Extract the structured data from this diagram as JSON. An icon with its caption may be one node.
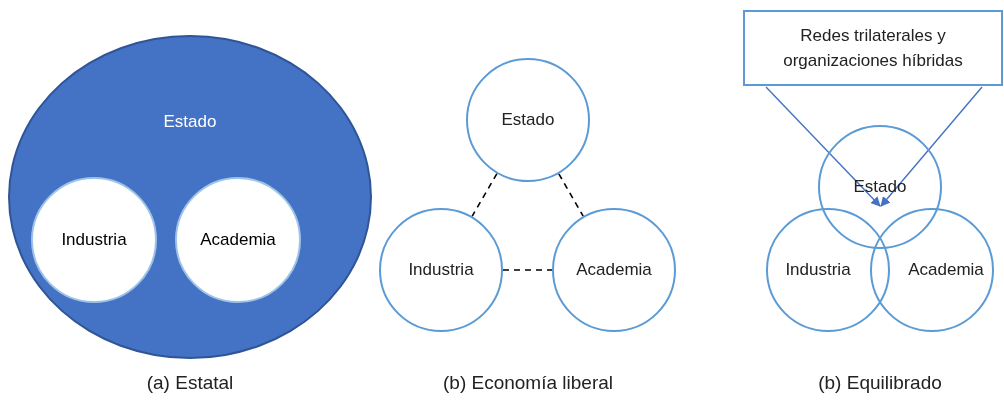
{
  "diagram": {
    "nodes": [
      {
        "text": [
          "Estado"
        ]
      },
      {
        "text": [
          "Industria"
        ],
        "in": 0
      },
      {
        "text": [
          "Academia"
        ],
        "in": 0
      },
      {
        "text": [
          "Estado"
        ]
      },
      {
        "text": [
          "Industria"
        ]
      },
      {
        "text": [
          "Academia"
        ]
      },
      {
        "text": [
          "Redes trilaterales y organizaciones híbridas"
        ]
      },
      {
        "text": [
          "Estado"
        ]
      },
      {
        "text": [
          "Industria"
        ]
      },
      {
        "text": [
          "Academia"
        ]
      }
    ],
    "edges": [
      {
        "from": 3,
        "to": 4,
        "arrow": "none",
        "style": "dashed"
      },
      {
        "from": 3,
        "to": 5,
        "arrow": "none",
        "style": "dashed"
      },
      {
        "from": 4,
        "to": 5,
        "arrow": "none",
        "style": "dashed"
      },
      {
        "from": 6,
        "to": 7,
        "arrow": "to",
        "color": "#4472c4"
      },
      {
        "from": 6,
        "to": 7,
        "arrow": "to",
        "color": "#4472c4"
      }
    ],
    "labels": [
      "(a) Estatal",
      "(b) Economía liberal",
      "(b) Equilibrado"
    ]
  }
}
